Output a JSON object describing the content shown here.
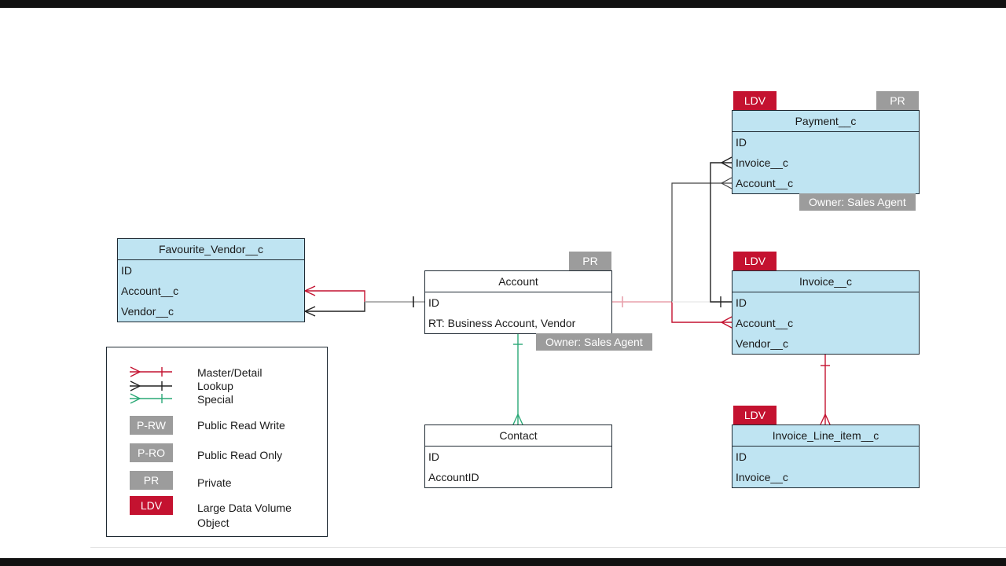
{
  "colors": {
    "master_detail": "#c41230",
    "lookup": "#222222",
    "special": "#2aa876",
    "private_badge": "#9c9c9c",
    "ldv_badge": "#c41230",
    "entity_fill": "#bfe4f2"
  },
  "entities": {
    "favourite_vendor": {
      "title": "Favourite_Vendor__c",
      "fields": [
        "ID",
        "Account__c",
        "Vendor__c"
      ]
    },
    "account": {
      "title": "Account",
      "fields": [
        "ID",
        "RT: Business Account, Vendor"
      ],
      "tag": "PR",
      "owner": "Owner: Sales Agent"
    },
    "contact": {
      "title": "Contact",
      "fields": [
        "ID",
        "AccountID"
      ]
    },
    "payment": {
      "title": "Payment__c",
      "fields": [
        "ID",
        "Invoice__c",
        "Account__c"
      ],
      "tag_left": "LDV",
      "tag_right": "PR",
      "owner": "Owner: Sales Agent"
    },
    "invoice": {
      "title": "Invoice__c",
      "fields": [
        "ID",
        "Account__c",
        "Vendor__c"
      ],
      "tag": "LDV"
    },
    "invoice_line_item": {
      "title": "Invoice_Line_item__c",
      "fields": [
        "ID",
        "Invoice__c"
      ],
      "tag": "LDV"
    }
  },
  "legend": {
    "lines": [
      {
        "label": "Master/Detail",
        "color": "master_detail"
      },
      {
        "label": "Lookup",
        "color": "lookup"
      },
      {
        "label": "Special",
        "color": "special"
      }
    ],
    "badges": [
      {
        "badge": "P-RW",
        "label": "Public Read Write"
      },
      {
        "badge": "P-RO",
        "label": "Public Read Only"
      },
      {
        "badge": "PR",
        "label": "Private"
      },
      {
        "badge": "LDV",
        "label": "Large Data Volume Object"
      }
    ]
  }
}
